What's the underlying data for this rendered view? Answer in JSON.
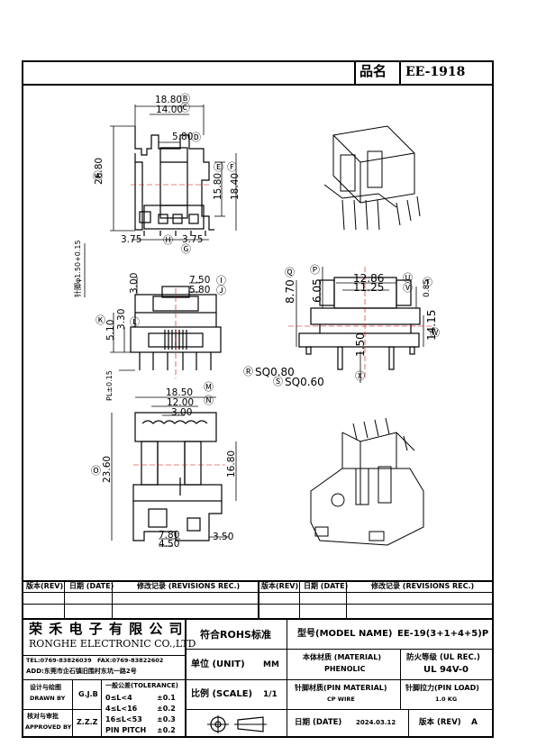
{
  "header": {
    "label": "品名",
    "value": "EE-1918"
  },
  "dims": {
    "d1880": "18.80",
    "d1400": "14.00",
    "d580a": "5.80",
    "d2680": "26.80",
    "d1580": "15.80",
    "d1840": "18.40",
    "d375a": "3.75",
    "d375b": "3.75",
    "pin": "针脚φ1.50+0.15",
    "d300a": "3.00",
    "d750": "7.50",
    "d580b": "5.80",
    "d510": "5.10",
    "d330": "3.30",
    "pl": "PL±0.15",
    "d870": "8.70",
    "d605": "6.05",
    "d1286": "12.86",
    "d1125": "11.25",
    "d085": "0.85",
    "d1415": "14.15",
    "d150": "1.50",
    "sq080": "SQ0.80",
    "sq060": "SQ0.60",
    "d1850": "18.50",
    "d1200": "12.00",
    "d300b": "3.00",
    "d2360": "23.60",
    "d1680": "16.80",
    "d780": "7.80",
    "d450": "4.50",
    "d350": "3.50"
  },
  "letters": {
    "A": "Ⓐ",
    "B": "Ⓑ",
    "C": "Ⓒ",
    "D": "Ⓓ",
    "E": "Ⓔ",
    "F": "Ⓕ",
    "G": "Ⓖ",
    "H": "Ⓗ",
    "I": "Ⓘ",
    "J": "Ⓙ",
    "K": "Ⓚ",
    "L": "Ⓛ",
    "M": "Ⓜ",
    "N": "Ⓝ",
    "O": "Ⓞ",
    "P": "Ⓟ",
    "Q": "Ⓠ",
    "R": "Ⓡ",
    "S": "Ⓢ",
    "T": "Ⓣ",
    "U": "Ⓤ",
    "V": "Ⓥ",
    "W": "Ⓦ",
    "X": "Ⓧ"
  },
  "revision": {
    "rev": "版本(REV)",
    "date": "日期 (DATE)",
    "rec": "修改记录 (REVISIONS REC.)"
  },
  "company": {
    "name_cn": "荣 禾 电 子 有 限 公 司",
    "name_en": "RONGHE ELECTRONIC CO.,LTD",
    "tel": "TEL:0769-83826039",
    "fax": "FAX:0769-83822602",
    "addr": "ADD:东莞市企石镇旧围村东坑一路2号"
  },
  "rohs": "符合ROHS标准",
  "model_label": "型号(MODEL NAME)",
  "model_value": "EE-19(3+1+4+5)P",
  "body_material_label": "本体材质 (MATERIAL)",
  "body_material_value": "PHENOLIC",
  "fire_label": "防火等级 (UL REC.)",
  "fire_value": "UL 94V-0",
  "unit_label": "单位 (UNIT)",
  "unit_value": "MM",
  "drawn_label": "设计与绘图",
  "drawn_en": "DRAWN BY",
  "drawn_value": "G.J.B",
  "approved_label": "核对与审批",
  "approved_en": "APPROVED BY",
  "approved_value": "Z.Z.Z",
  "tolerance_title": "一般公差(TOLERANCE)",
  "tol": [
    {
      "range": "0≤L<4",
      "val": "±0.1"
    },
    {
      "range": "4≤L<16",
      "val": "±0.2"
    },
    {
      "range": "16≤L<53",
      "val": "±0.3"
    },
    {
      "range": "PIN PITCH",
      "val": "±0.2"
    }
  ],
  "scale_label": "比例 (SCALE)",
  "scale_value": "1/1",
  "pin_material_label": "针脚材质(PIN MATERIAL)",
  "pin_material_value": "CP WIRE",
  "pin_load_label": "针脚拉力(PIN LOAD)",
  "pin_load_value": "1.0 KG",
  "date_label": "日期 (DATE)",
  "date_value": "2024.03.12",
  "rev_label": "版本 (REV)",
  "rev_value": "A"
}
